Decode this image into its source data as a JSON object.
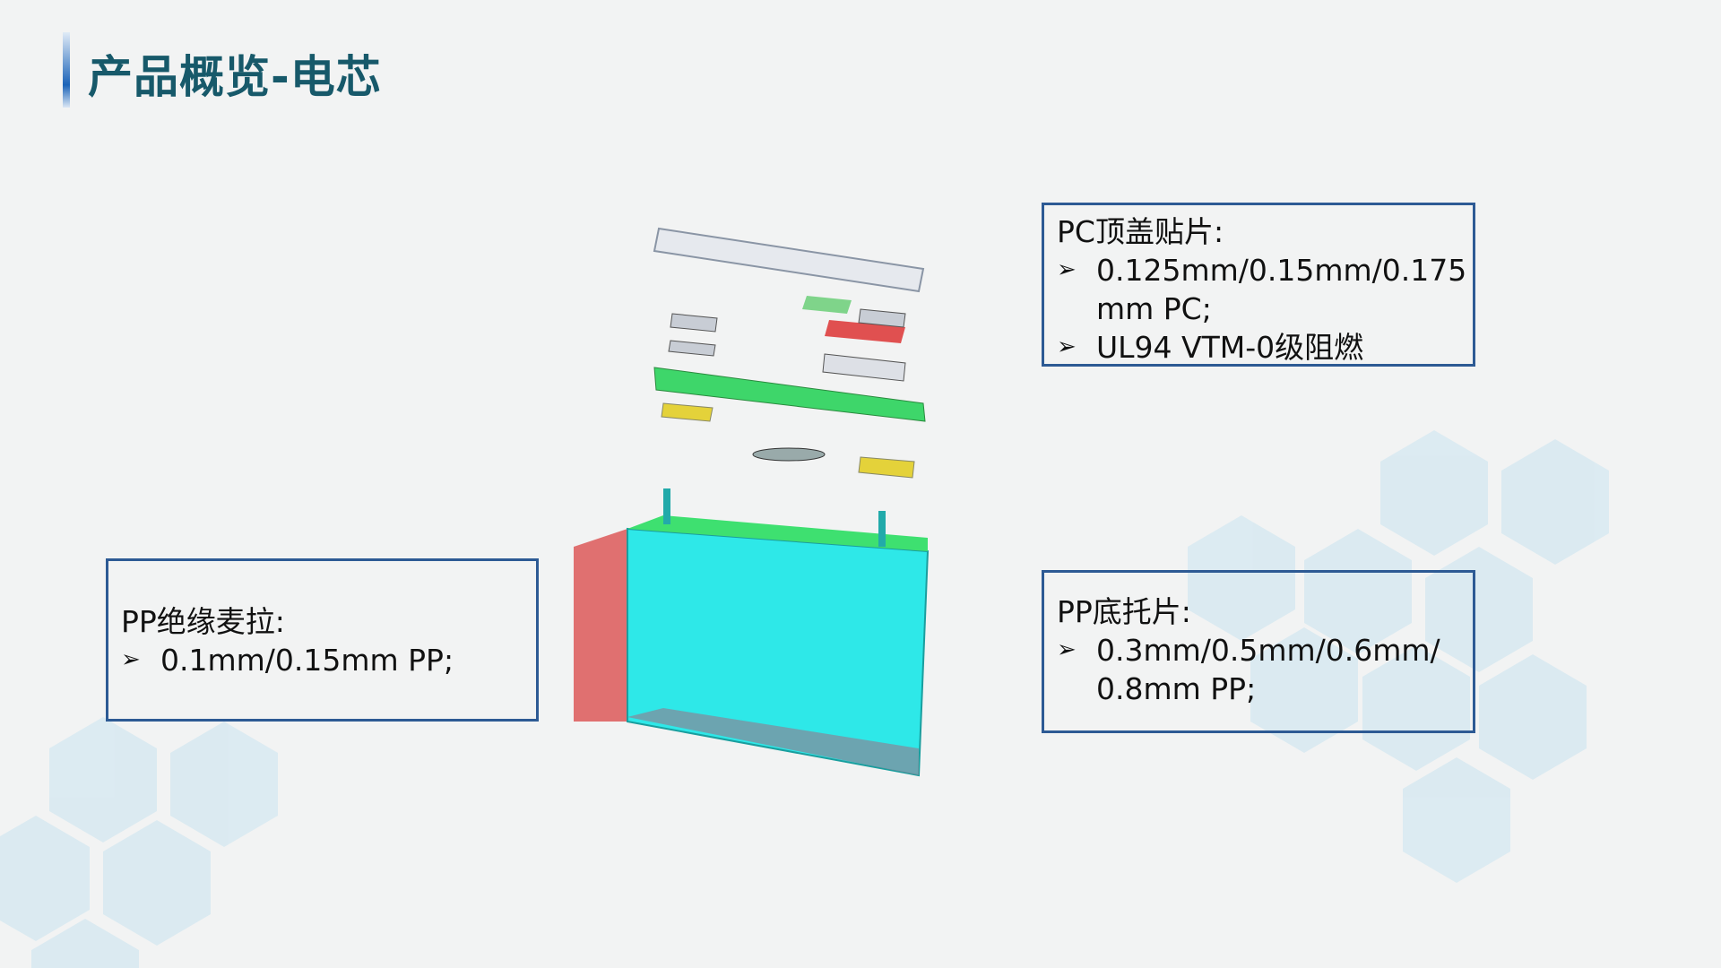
{
  "title": "产品概览-电芯",
  "colors": {
    "title": "#17596a",
    "box_border": "#2d5a94",
    "hex": "#d4e8f0"
  },
  "boxes": {
    "pc_top": {
      "heading": "PC顶盖贴片:",
      "bullets": [
        "0.125mm/0.15mm/0.175 mm PC;",
        "UL94 VTM-0级阻燃"
      ]
    },
    "pp_wrap": {
      "heading": "PP绝缘麦拉:",
      "bullets": [
        "0.1mm/0.15mm PP;"
      ]
    },
    "pp_bottom": {
      "heading": "PP底托片:",
      "bullets": [
        "0.3mm/0.5mm/0.6mm/0.8mm PP;"
      ]
    }
  },
  "bullet_icon": "arrowhead-bullet-icon"
}
